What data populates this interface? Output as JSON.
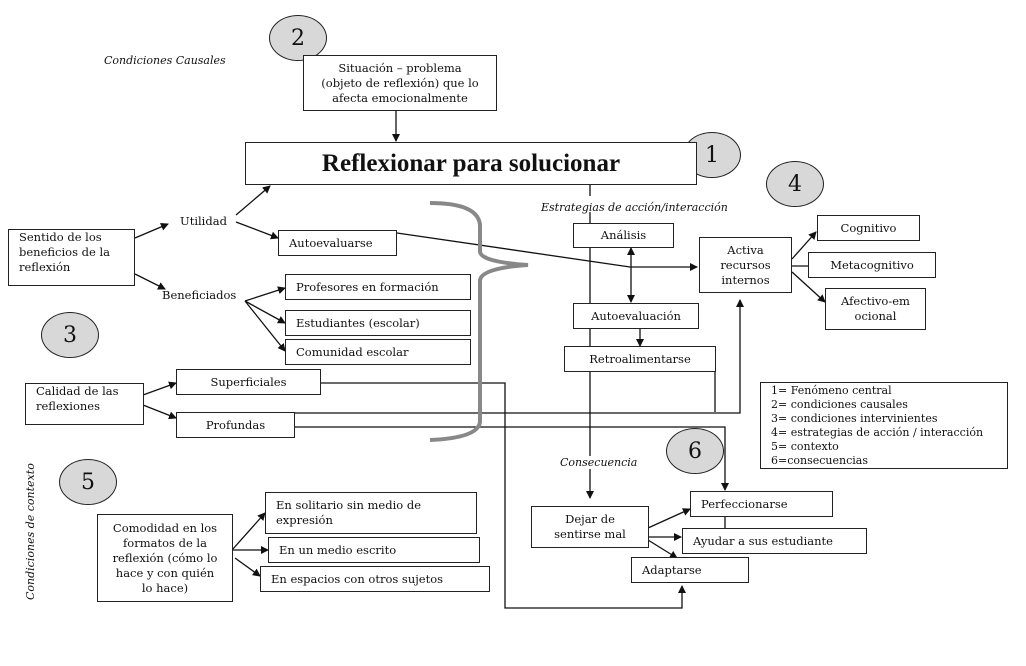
{
  "labels": {
    "causal_conditions": "Condiciones Causales",
    "strategies": "Estrategias de acción/interacción",
    "consequence": "Consecuencia",
    "context_conditions": "Condiciones de contexto",
    "utility": "Utilidad",
    "beneficiaries": "Beneficiados"
  },
  "circles": {
    "c1": "1",
    "c2": "2",
    "c3": "3",
    "c4": "4",
    "c5": "5",
    "c6": "6"
  },
  "central": "Reflexionar para solucionar",
  "situation": [
    "Situación – problema",
    "(objeto de reflexión) que lo",
    "afecta emocionalmente"
  ],
  "benefits_sense": [
    "Sentido de los",
    "beneficios de la",
    "reflexión"
  ],
  "self_evaluate": "Autoevaluarse",
  "beneficiaries_list": [
    "Profesores en formación",
    "Estudiantes (escolar)",
    "Comunidad escolar"
  ],
  "quality": [
    "Calidad de las",
    "reflexiones"
  ],
  "quality_list": [
    "Superficiales",
    "Profundas"
  ],
  "comfort": [
    "Comodidad en los",
    "formatos de la",
    "reflexión (cómo lo",
    "hace y con quién",
    "lo hace)"
  ],
  "formats": [
    "En solitario sin medio de expresión",
    "En un medio escrito",
    "En espacios con otros sujetos"
  ],
  "strategy_boxes": [
    "Análisis",
    "Autoevaluación",
    "Retroalimentarse"
  ],
  "resources": [
    "Activa",
    "recursos",
    "internos"
  ],
  "resource_types": [
    "Cognitivo",
    "Metacognitivo",
    "Afectivo-emocional"
  ],
  "stop_feeling": [
    "Dejar de",
    "sentirse  mal"
  ],
  "consequences": [
    "Perfeccionarse",
    "Ayudar a sus estudiante",
    "Adaptarse"
  ],
  "legend": [
    "1= Fenómeno central",
    "2= condiciones causales",
    "3= condiciones intervinientes",
    "4= estrategias de acción / interacción",
    "5= contexto",
    "6=consecuencias"
  ]
}
